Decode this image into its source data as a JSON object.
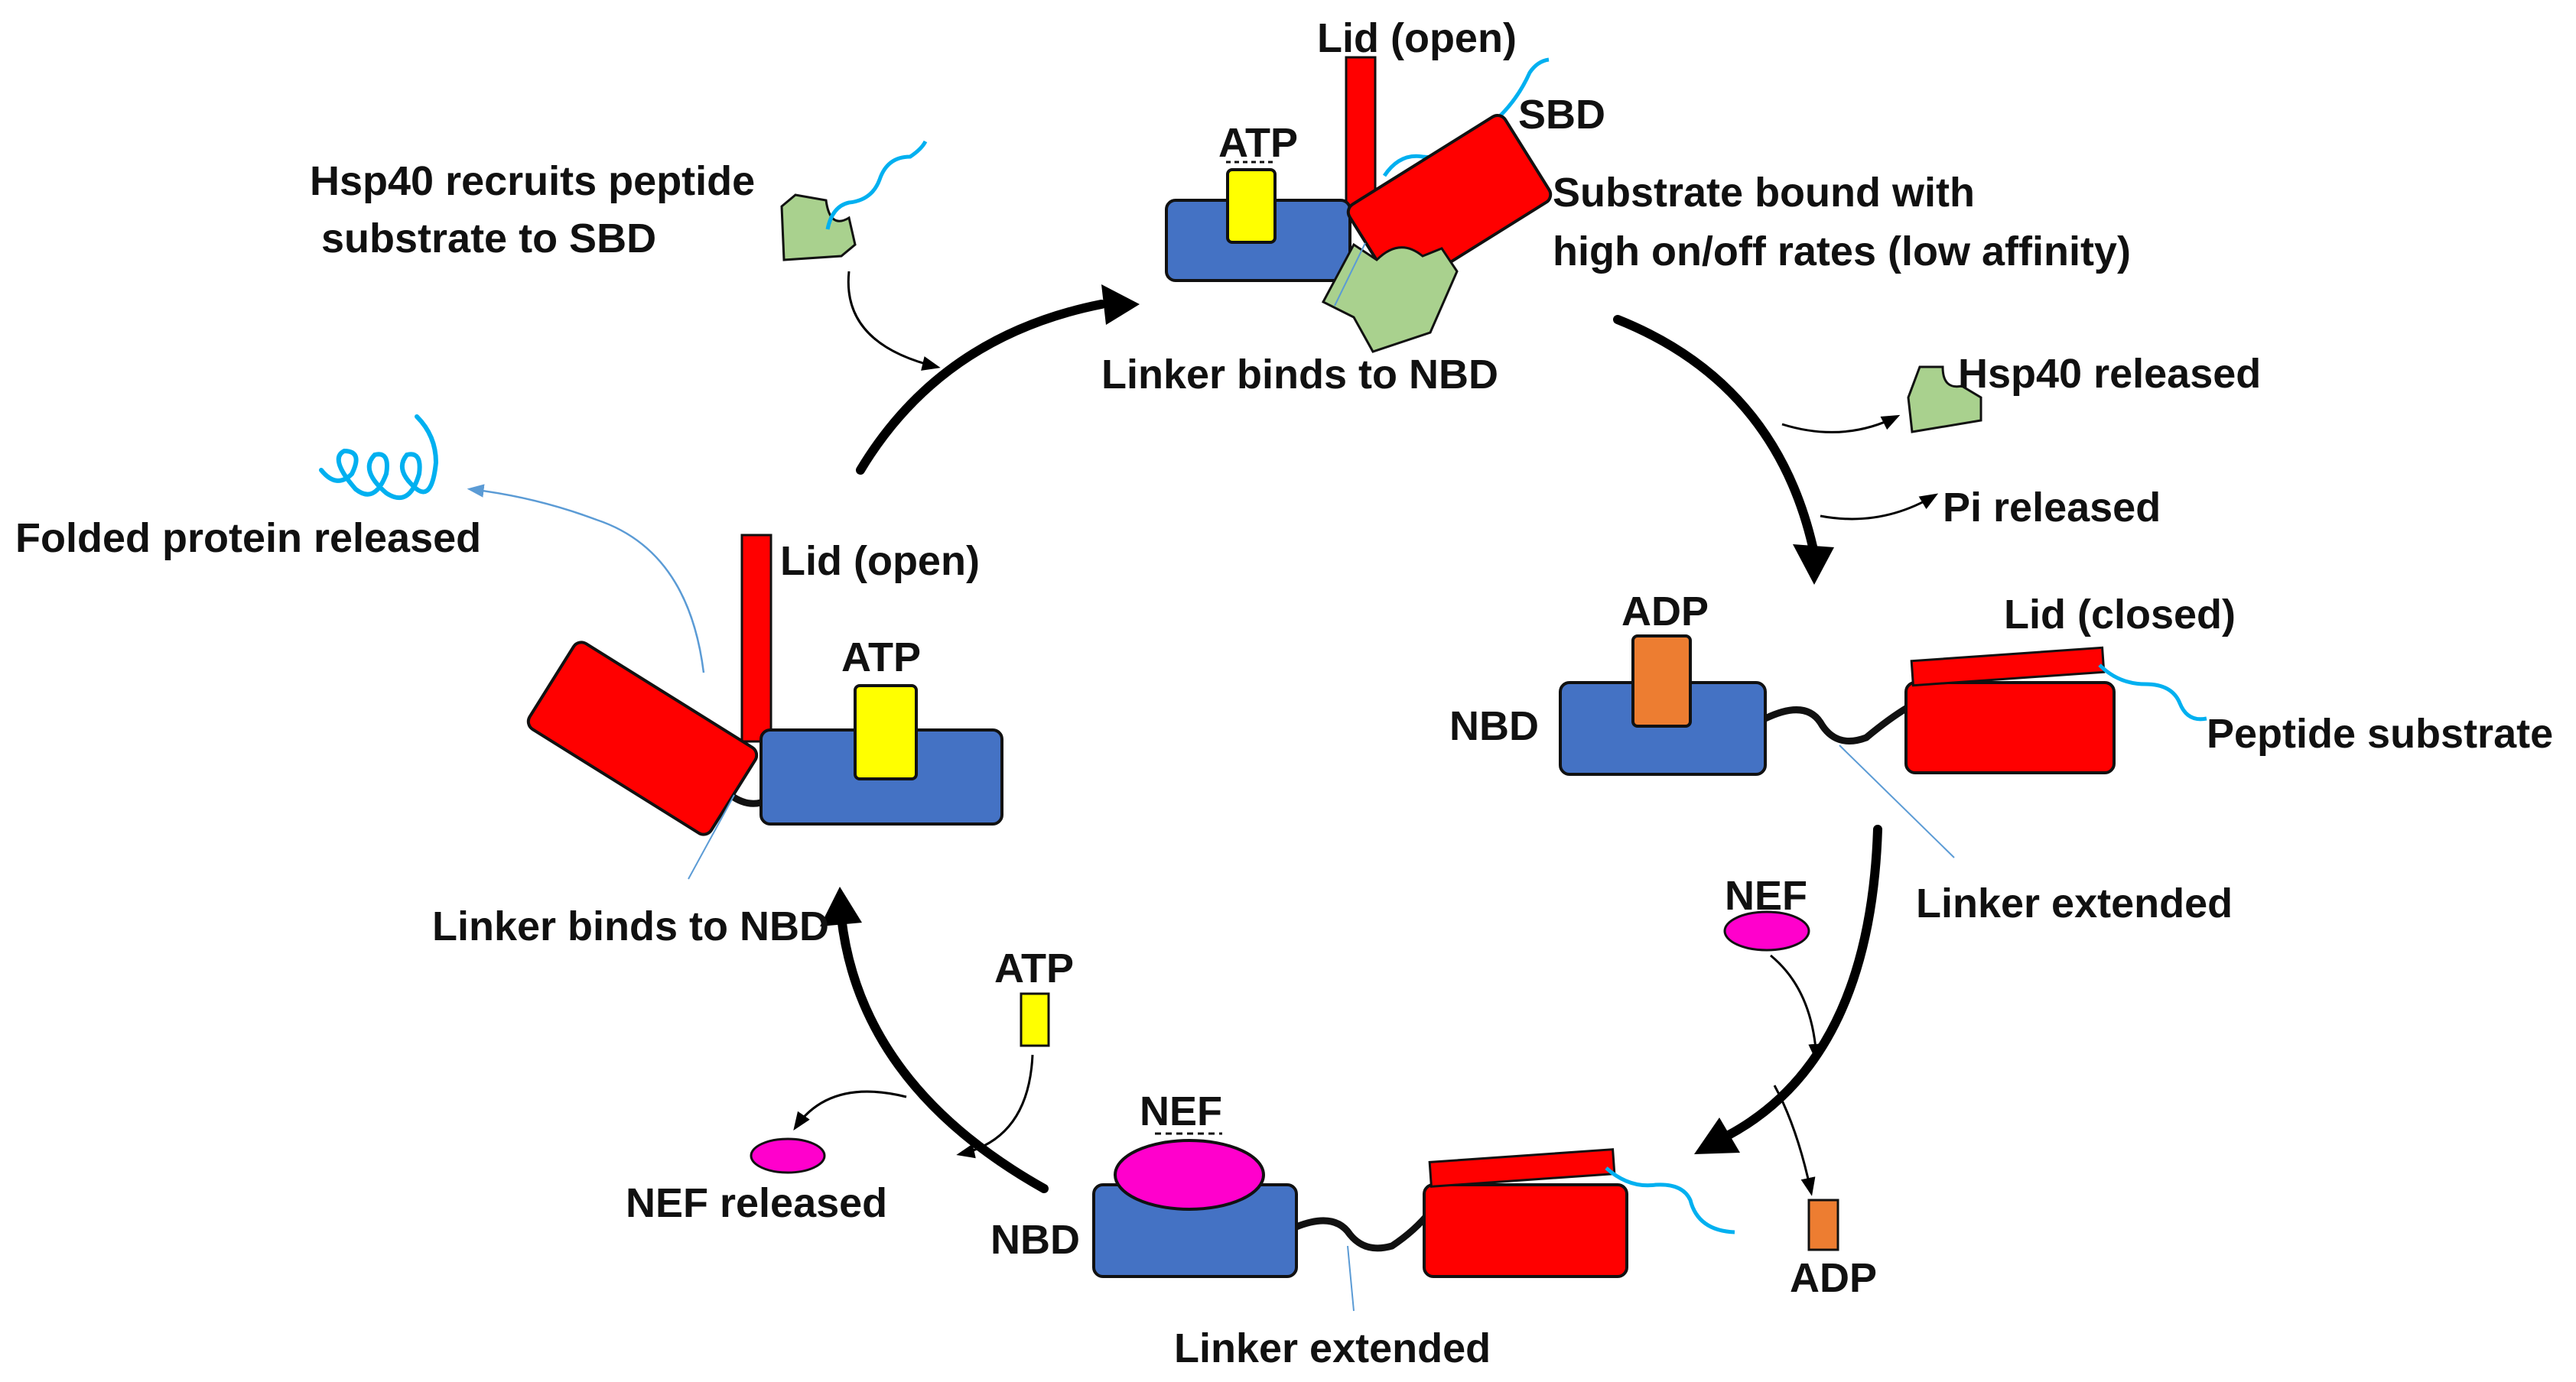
{
  "labels": {
    "lid_open_top": "Lid (open)",
    "atp_top": "ATP",
    "sbd": "SBD",
    "hsp40_recruits_line1": "Hsp40 recruits peptide",
    "hsp40_recruits_line2": "substrate to SBD",
    "substrate_bound_line1": "Substrate bound with",
    "substrate_bound_line2": "high on/off rates (low affinity)",
    "linker_binds_top": "Linker binds to NBD",
    "hsp40_released": "Hsp40 released",
    "pi_released": "Pi released",
    "adp_right": "ADP",
    "lid_closed": "Lid (closed)",
    "nbd_right": "NBD",
    "peptide_substrate": "Peptide substrate",
    "linker_extended_right": "Linker extended",
    "nef_right": "NEF",
    "adp_bottom_right": "ADP",
    "nef_bottom": "NEF",
    "nbd_bottom": "NBD",
    "linker_extended_bottom": "Linker extended",
    "atp_free": "ATP",
    "nef_released": "NEF released",
    "folded_protein_released": "Folded protein released",
    "lid_open_left": "Lid (open)",
    "atp_left": "ATP",
    "linker_binds_left": "Linker binds to NBD"
  },
  "colors": {
    "nbd": "#4472C4",
    "sbd": "#FF0000",
    "atp": "#FFFF00",
    "adp": "#ED7D31",
    "nef": "#FF00CC",
    "hsp40": "#A9D18E",
    "peptide": "#00B0F0",
    "pointer": "#5B9BD5"
  }
}
